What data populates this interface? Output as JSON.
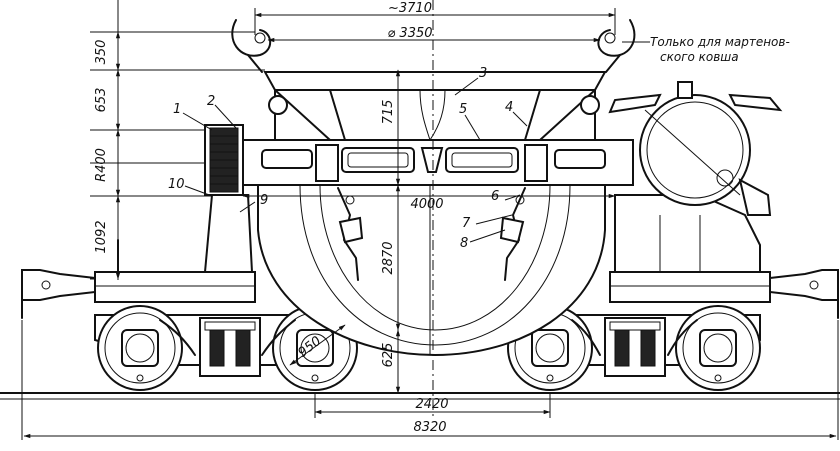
{
  "dimensions": {
    "top_span": "~3710",
    "bowl_diameter": "⌀ 3350",
    "h350": "350",
    "h653": "653",
    "r400": "R400",
    "h1092": "1092",
    "h715": "715",
    "h2870": "2870",
    "w4000": "4000",
    "h625": "625",
    "wheel950": "950",
    "bogie_base": "2420",
    "overall_length": "8320"
  },
  "callouts": [
    "1",
    "2",
    "3",
    "4",
    "5",
    "6",
    "7",
    "8",
    "9",
    "10"
  ],
  "note": {
    "line1": "Только для мартенов-",
    "line2": "ского ковша"
  }
}
